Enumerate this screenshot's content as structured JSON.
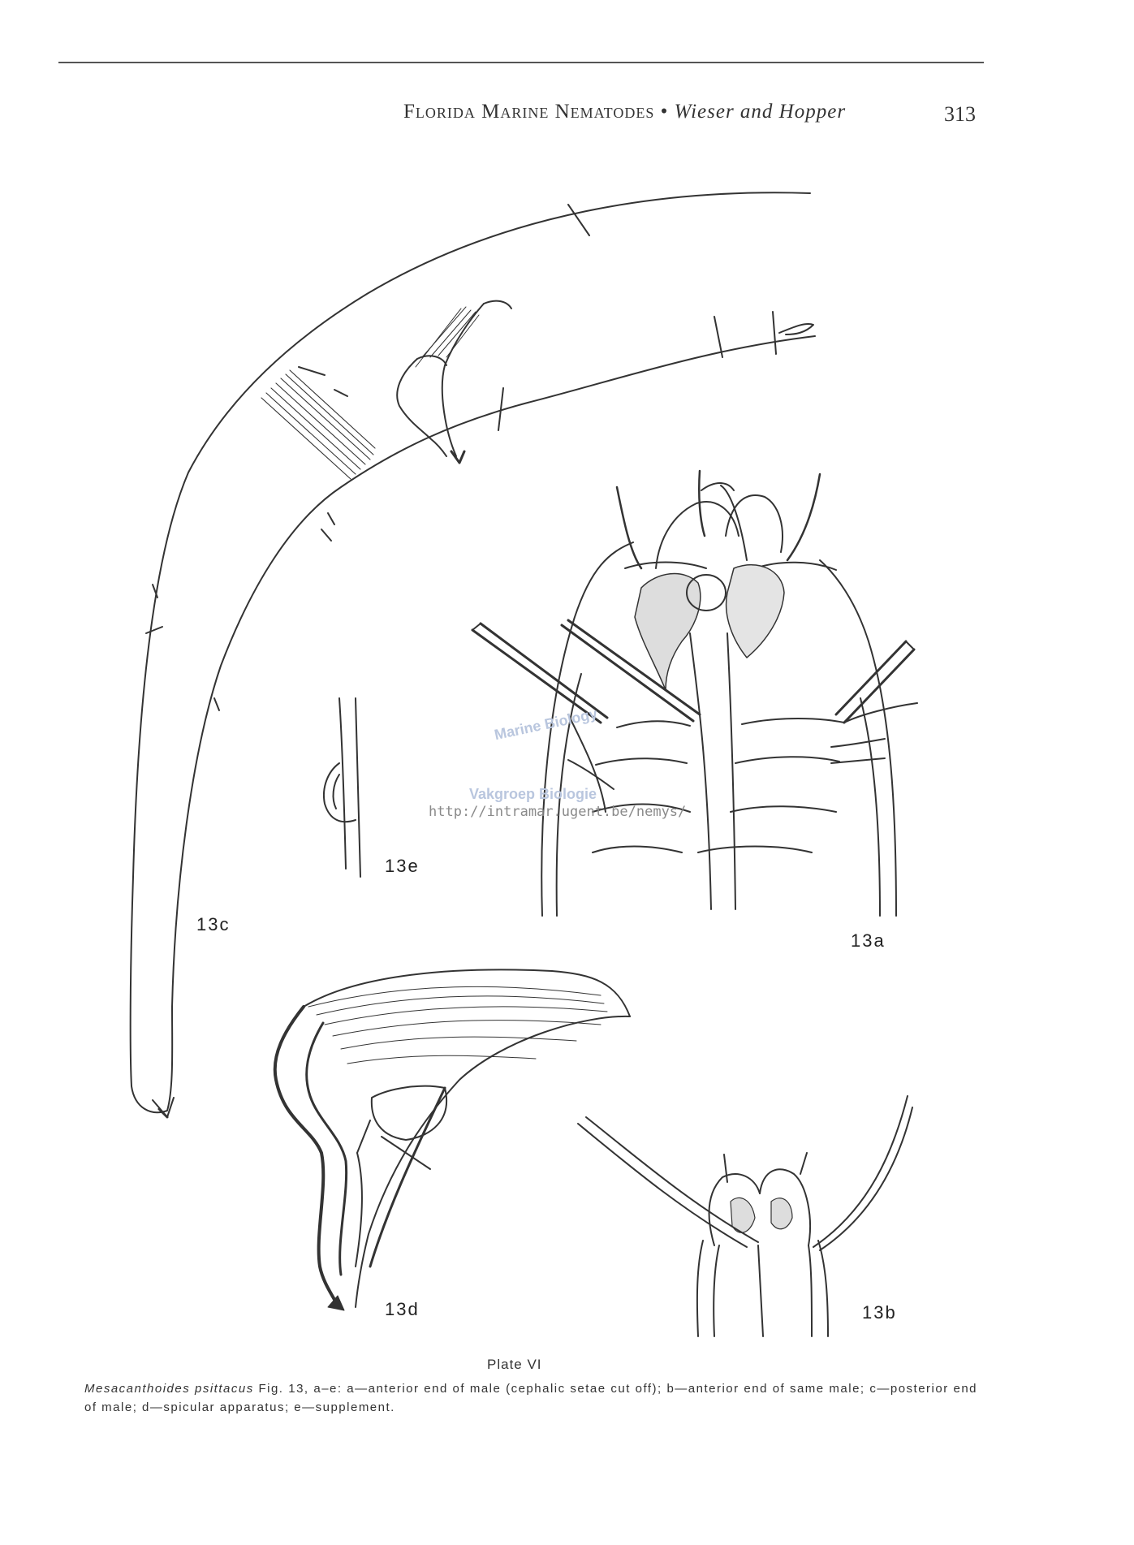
{
  "header": {
    "title_running": "Florida Marine Nematodes",
    "separator": "•",
    "authors": "Wieser and Hopper",
    "page_number": "313"
  },
  "figures": {
    "label_13a": "13a",
    "label_13b": "13b",
    "label_13c": "13c",
    "label_13d": "13d",
    "label_13e": "13e"
  },
  "watermark": {
    "line1": "Marine Biology",
    "line2": "Vakgroep Biologie",
    "url": "http://intramar.ugent.be/nemys/"
  },
  "plate": {
    "title": "Plate VI",
    "caption_species": "Mesacanthoides psittacus",
    "caption_text": "Fig. 13, a–e: a—anterior end of male (cephalic setae cut off); b—anterior end of same male; c—posterior end of male; d—spicular apparatus; e—supplement."
  }
}
